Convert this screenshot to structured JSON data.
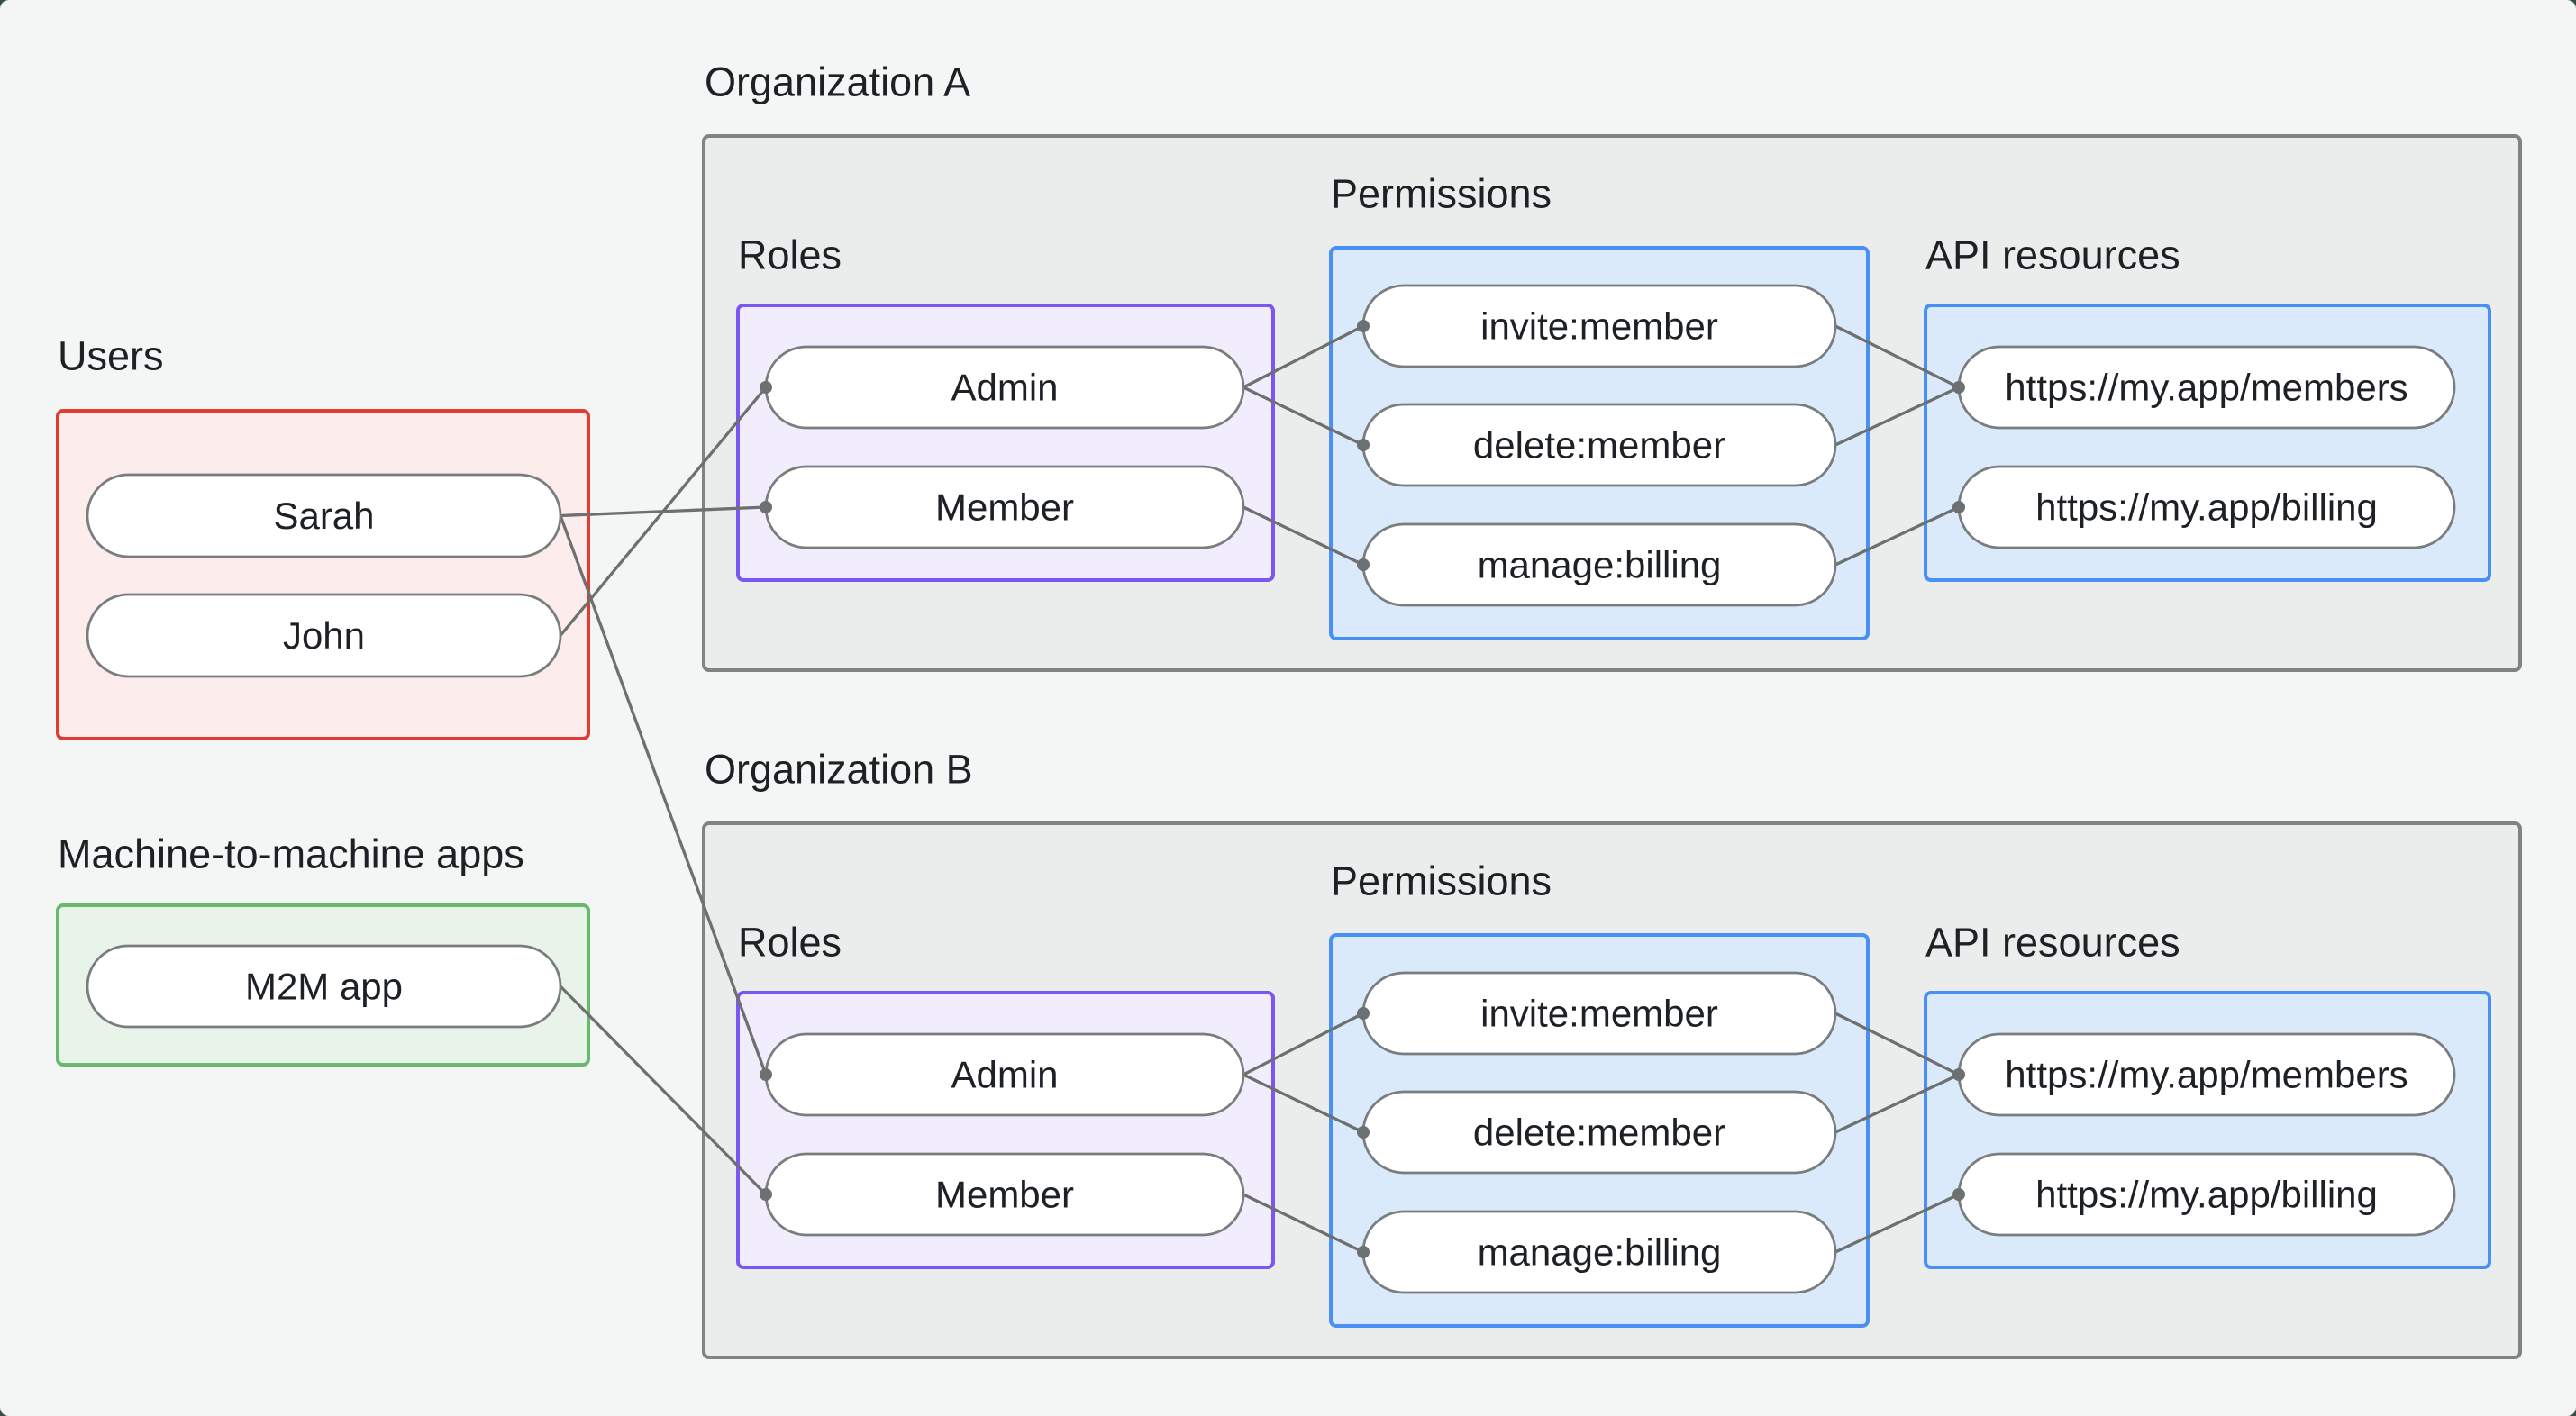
{
  "diagram": {
    "users": {
      "label": "Users",
      "items": [
        {
          "label": "Sarah"
        },
        {
          "label": "John"
        }
      ]
    },
    "m2m": {
      "label": "Machine-to-machine apps",
      "items": [
        {
          "label": "M2M app"
        }
      ]
    },
    "org_a": {
      "label": "Organization A",
      "roles": {
        "label": "Roles",
        "items": [
          {
            "label": "Admin"
          },
          {
            "label": "Member"
          }
        ]
      },
      "permissions": {
        "label": "Permissions",
        "items": [
          {
            "label": "invite:member"
          },
          {
            "label": "delete:member"
          },
          {
            "label": "manage:billing"
          }
        ]
      },
      "api_resources": {
        "label": "API resources",
        "items": [
          {
            "label": "https://my.app/members"
          },
          {
            "label": "https://my.app/billing"
          }
        ]
      }
    },
    "org_b": {
      "label": "Organization B",
      "roles": {
        "label": "Roles",
        "items": [
          {
            "label": "Admin"
          },
          {
            "label": "Member"
          }
        ]
      },
      "permissions": {
        "label": "Permissions",
        "items": [
          {
            "label": "invite:member"
          },
          {
            "label": "delete:member"
          },
          {
            "label": "manage:billing"
          }
        ]
      },
      "api_resources": {
        "label": "API resources",
        "items": [
          {
            "label": "https://my.app/members"
          },
          {
            "label": "https://my.app/billing"
          }
        ]
      }
    },
    "edges": [
      {
        "from": "users.sarah",
        "to": "org_a.roles.member"
      },
      {
        "from": "users.john",
        "to": "org_a.roles.admin"
      },
      {
        "from": "users.sarah",
        "to": "org_b.roles.admin"
      },
      {
        "from": "m2m.m2m_app",
        "to": "org_b.roles.member"
      },
      {
        "from": "org_a.roles.admin",
        "to": "org_a.permissions.invite:member"
      },
      {
        "from": "org_a.roles.admin",
        "to": "org_a.permissions.delete:member"
      },
      {
        "from": "org_a.roles.member",
        "to": "org_a.permissions.manage:billing"
      },
      {
        "from": "org_a.permissions.invite:member",
        "to": "org_a.api.https://my.app/members"
      },
      {
        "from": "org_a.permissions.delete:member",
        "to": "org_a.api.https://my.app/members"
      },
      {
        "from": "org_a.permissions.manage:billing",
        "to": "org_a.api.https://my.app/billing"
      },
      {
        "from": "org_b.roles.admin",
        "to": "org_b.permissions.invite:member"
      },
      {
        "from": "org_b.roles.admin",
        "to": "org_b.permissions.delete:member"
      },
      {
        "from": "org_b.roles.member",
        "to": "org_b.permissions.manage:billing"
      },
      {
        "from": "org_b.permissions.invite:member",
        "to": "org_b.api.https://my.app/members"
      },
      {
        "from": "org_b.permissions.delete:member",
        "to": "org_b.api.https://my.app/members"
      },
      {
        "from": "org_b.permissions.manage:billing",
        "to": "org_b.api.https://my.app/billing"
      }
    ],
    "colors": {
      "page_background": "#f4f6f5",
      "outside_corner": "#3b5044",
      "org_box_fill": "#ebecec",
      "org_box_border": "#7e8383",
      "users_box_fill": "#fceceb",
      "users_box_border": "#e23c32",
      "m2m_box_fill": "#e8f4e9",
      "m2m_box_border": "#68b96c",
      "roles_box_fill": "#f2edfd",
      "roles_box_border": "#7a57f3",
      "permissions_box_fill": "#dbeafa",
      "permissions_box_border": "#4a90f4",
      "api_box_fill": "#dbeafa",
      "api_box_border": "#4a90f4",
      "node_fill": "#ffffff",
      "node_border": "#797d7d",
      "edge": "#6d7070",
      "text": "#1d2125"
    }
  }
}
